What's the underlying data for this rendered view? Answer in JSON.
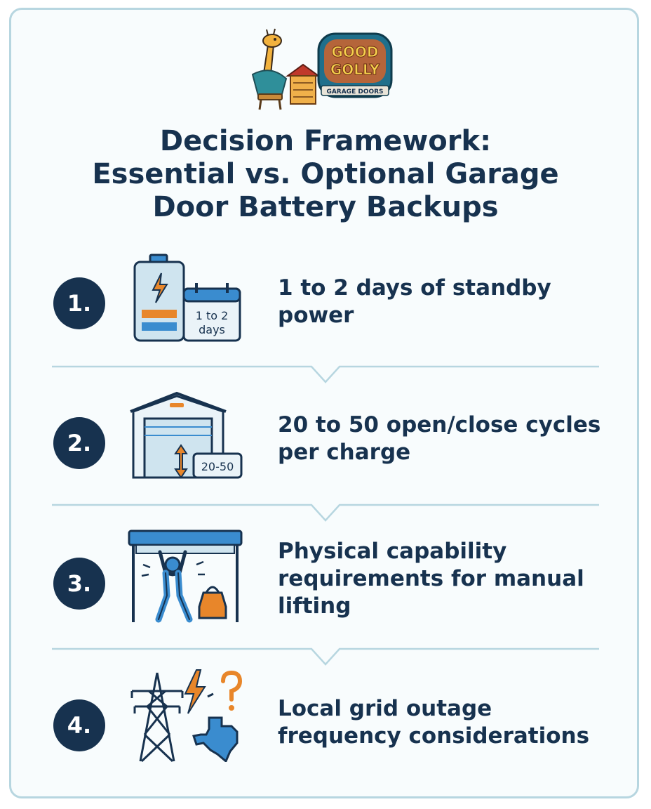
{
  "logo": {
    "line1": "GOOD",
    "line2": "GOLLY",
    "tagline": "GARAGE DOORS"
  },
  "title": {
    "line1": "Decision Framework:",
    "line2": "Essential vs. Optional Garage",
    "line3": "Door Battery Backups"
  },
  "items": [
    {
      "number": "1.",
      "label": "1 to 2 days of standby power",
      "icon": "battery-calendar-icon",
      "badge_line1": "1 to 2",
      "badge_line2": "days"
    },
    {
      "number": "2.",
      "label": "20 to 50 open/close cycles per charge",
      "icon": "garage-cycles-icon",
      "badge": "20-50"
    },
    {
      "number": "3.",
      "label": "Physical capability requirements for manual lifting",
      "icon": "manual-lifting-icon"
    },
    {
      "number": "4.",
      "label": "Local grid outage frequency considerations",
      "icon": "power-grid-outage-icon"
    }
  ],
  "colors": {
    "navy": "#17324f",
    "accent_orange": "#e8862a",
    "icon_blue": "#3a8ccf",
    "light_blue": "#cfe4ef",
    "border": "#b7d6e0"
  }
}
